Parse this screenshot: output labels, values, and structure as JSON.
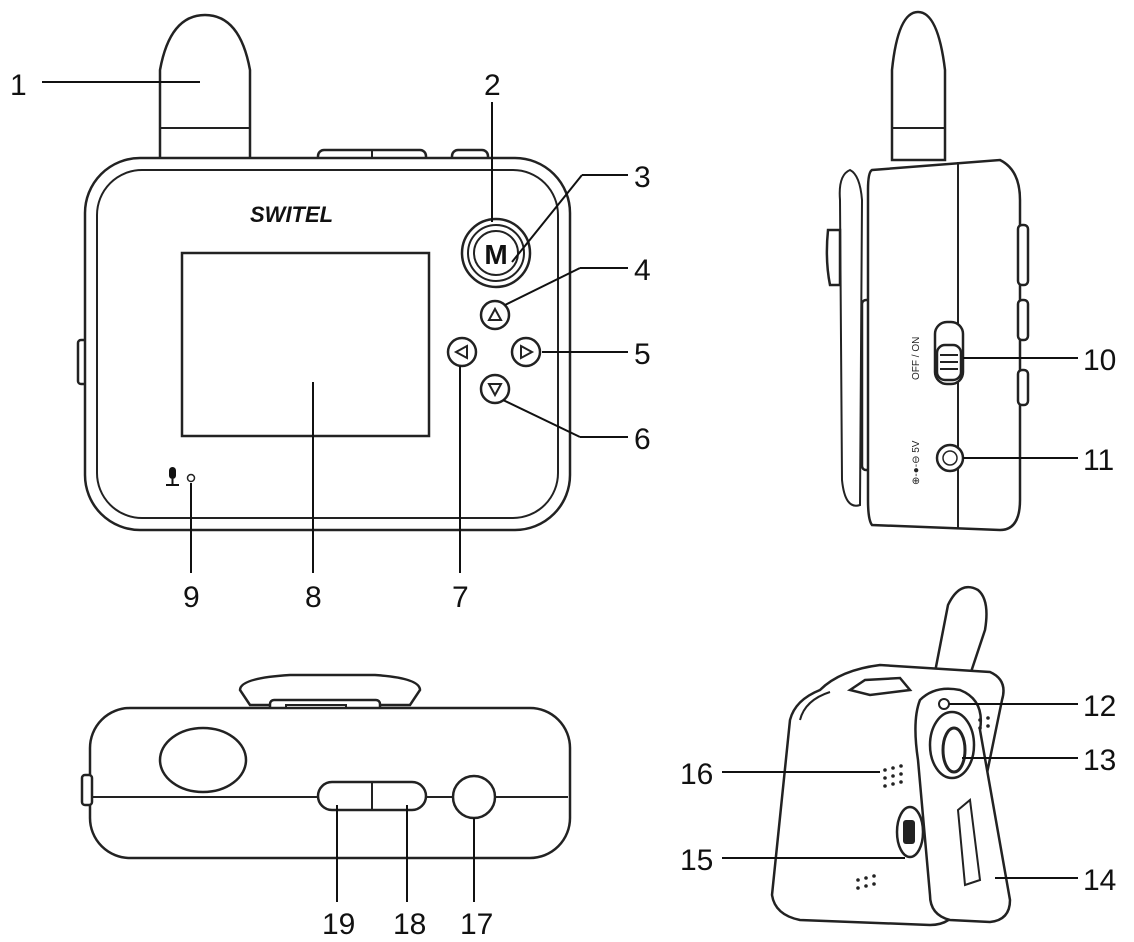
{
  "brand": "SWITEL",
  "buttons": {
    "menu": "M",
    "switch_label": "OFF / ON",
    "dc_label": "⊕-●-⊖ 5V"
  },
  "callouts": {
    "c1": "1",
    "c2": "2",
    "c3": "3",
    "c4": "4",
    "c5": "5",
    "c6": "6",
    "c7": "7",
    "c8": "8",
    "c9": "9",
    "c10": "10",
    "c11": "11",
    "c12": "12",
    "c13": "13",
    "c14": "14",
    "c15": "15",
    "c16": "16",
    "c17": "17",
    "c18": "18",
    "c19": "19"
  }
}
